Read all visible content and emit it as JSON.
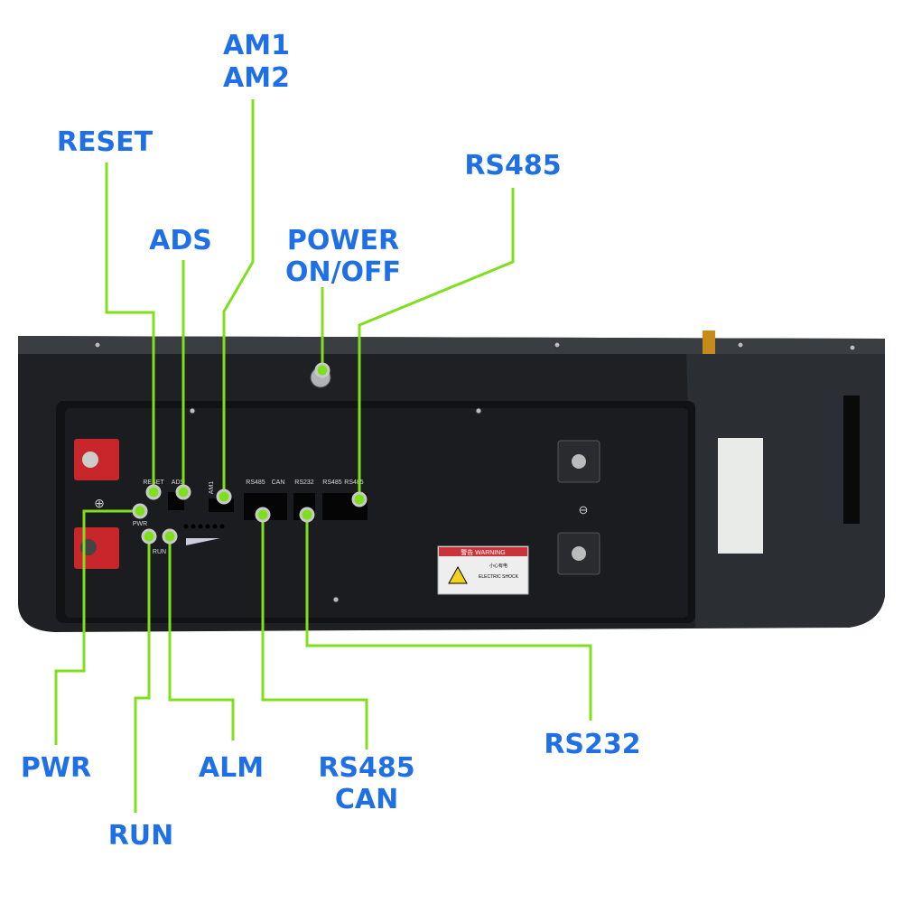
{
  "callouts": {
    "am": [
      "AM1",
      "AM2"
    ],
    "reset": "RESET",
    "ads": "ADS",
    "power": [
      "POWER",
      "ON/OFF"
    ],
    "rs485_top": "RS485",
    "pwr": "PWR",
    "run": "RUN",
    "alm": "ALM",
    "rs485_can": [
      "RS485",
      "CAN"
    ],
    "rs232": "RS232"
  },
  "panel_labels": {
    "reset": "RESET",
    "ads": "ADS",
    "am1": "AM1",
    "rs485_a": "RS485",
    "can": "CAN",
    "rs232": "RS232",
    "rs485_b": "RS485",
    "rs485_c": "RS485",
    "pwr": "PWR",
    "run": "RUN"
  },
  "warning_label": {
    "header": "警告  WARNING",
    "cn": "小心有电",
    "en": "ELECTRIC SHOCK"
  },
  "colors": {
    "callout_text": "#1f6fe6",
    "leader": "#7ee01c"
  }
}
